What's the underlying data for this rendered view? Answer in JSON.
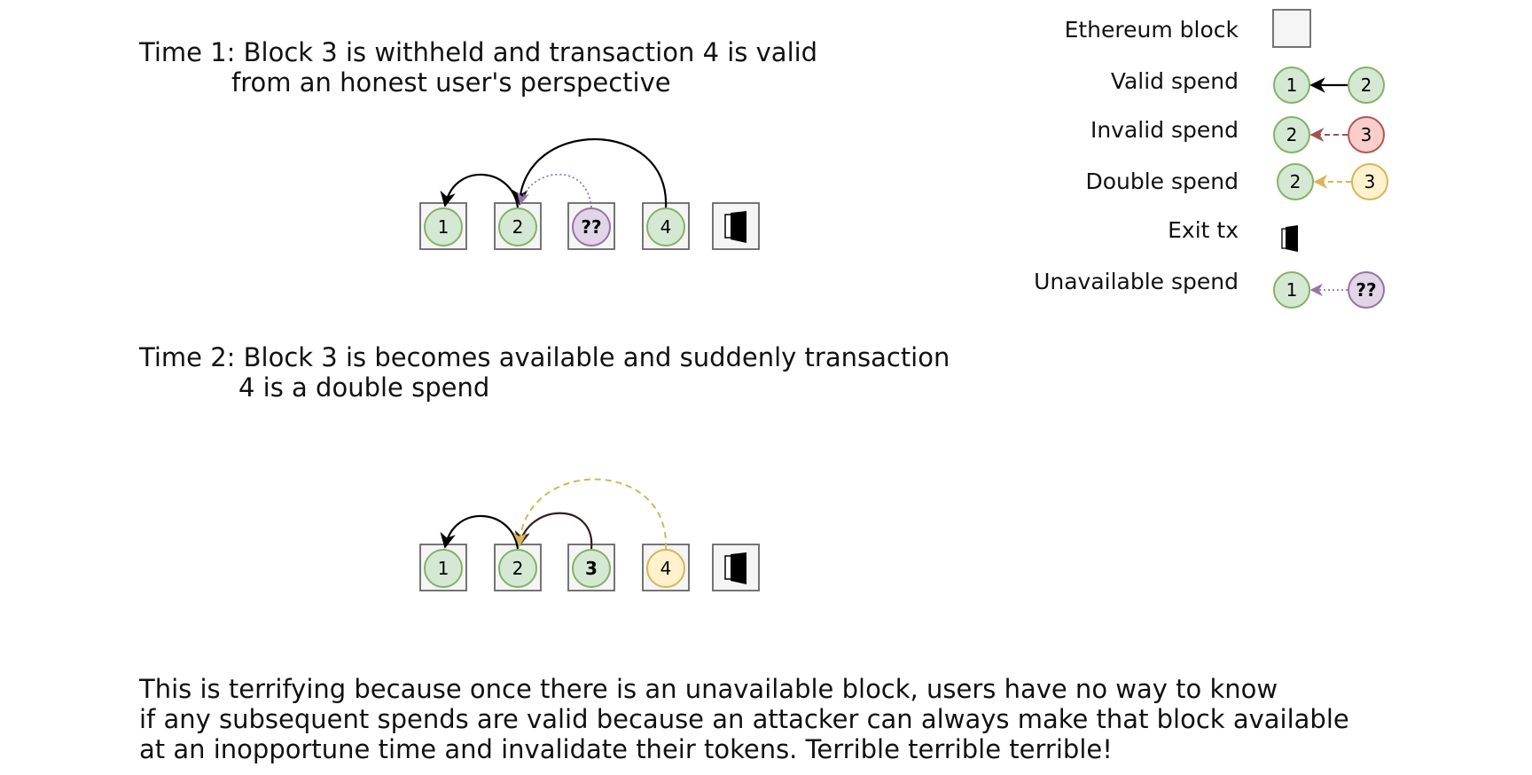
{
  "time1": {
    "line1": "Time 1: Block 3 is withheld and transaction 4 is valid",
    "line2": "from an honest user's perspective",
    "nodes": [
      "1",
      "2",
      "??",
      "4"
    ]
  },
  "time2": {
    "line1": "Time 2: Block 3 is becomes available and suddenly transaction",
    "line2": "4 is a double spend",
    "nodes": [
      "1",
      "2",
      "3",
      "4"
    ]
  },
  "conclusion": {
    "line1": "This is terrifying because once there is an unavailable block, users have no way to know",
    "line2": "if any subsequent spends are valid because an attacker can always make that block available",
    "line3": "at an inopportune time and invalidate their tokens. Terrible terrible terrible!"
  },
  "legend": {
    "ethereum_block": "Ethereum block",
    "valid_spend": {
      "label": "Valid spend",
      "from": "2",
      "to": "1"
    },
    "invalid_spend": {
      "label": "Invalid spend",
      "from": "3",
      "to": "2"
    },
    "double_spend": {
      "label": "Double spend",
      "from": "3",
      "to": "2"
    },
    "exit_tx": "Exit tx",
    "unavailable_spend": {
      "label": "Unavailable spend",
      "from": "??",
      "to": "1"
    }
  },
  "colors": {
    "valid_fill": "#d5e8d4",
    "valid_stroke": "#82b366",
    "invalid_fill": "#f8cecc",
    "invalid_stroke": "#b85450",
    "invalid_arrow": "#a0524d",
    "double_fill": "#fff2cc",
    "double_stroke": "#d6b656",
    "double_arrow": "#d6b656",
    "unavailable_fill": "#e1d5e7",
    "unavailable_stroke": "#9673a6",
    "block_fill": "#f5f5f5",
    "block_stroke": "#666666",
    "dark_arrow": "#3a1c1c"
  }
}
